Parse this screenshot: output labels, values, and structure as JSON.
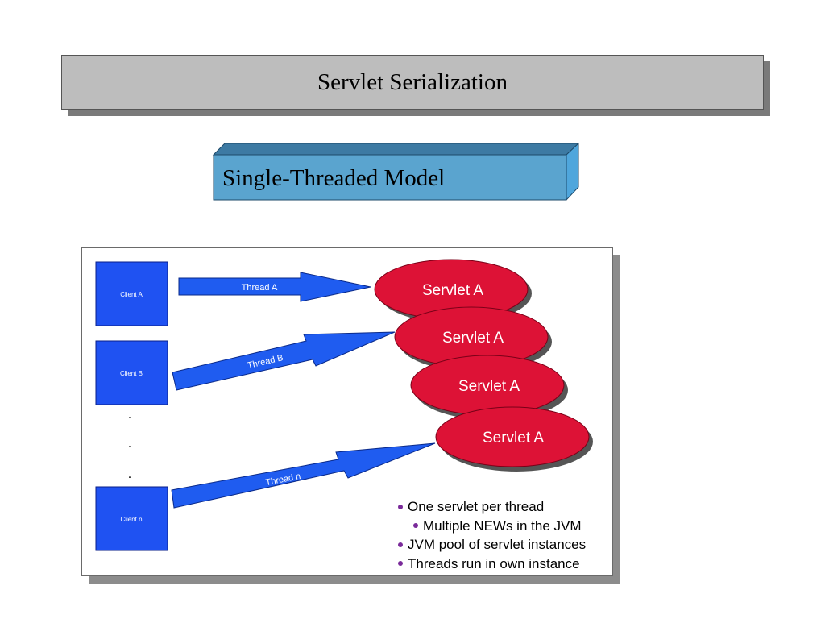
{
  "slide": {
    "title": "Servlet Serialization",
    "model_label": "Single-Threaded Model"
  },
  "diagram": {
    "clients": [
      {
        "label": "Client A"
      },
      {
        "label": "Client B"
      },
      {
        "label": "Client n"
      }
    ],
    "ellipsis": [
      ".",
      ".",
      "."
    ],
    "threads": [
      {
        "label": "Thread A"
      },
      {
        "label": "Thread B"
      },
      {
        "label": "Thread n"
      }
    ],
    "servlets": [
      {
        "label": "Servlet A"
      },
      {
        "label": "Servlet A"
      },
      {
        "label": "Servlet A"
      },
      {
        "label": "Servlet A"
      }
    ],
    "bullets": [
      {
        "text": "One servlet per thread",
        "level": 1
      },
      {
        "text": "Multiple NEWs in the JVM",
        "level": 2
      },
      {
        "text": "JVM pool of servlet instances",
        "level": 1
      },
      {
        "text": "Threads run in own instance",
        "level": 1
      }
    ]
  },
  "colors": {
    "client_fill": "#1f52f2",
    "arrow_fill": "#1f5cf0",
    "servlet_fill": "#dd1236",
    "bullet_dot": "#7a2a9a",
    "model_box_front": "#5aa4cf",
    "model_box_top": "#3d7aa3"
  }
}
